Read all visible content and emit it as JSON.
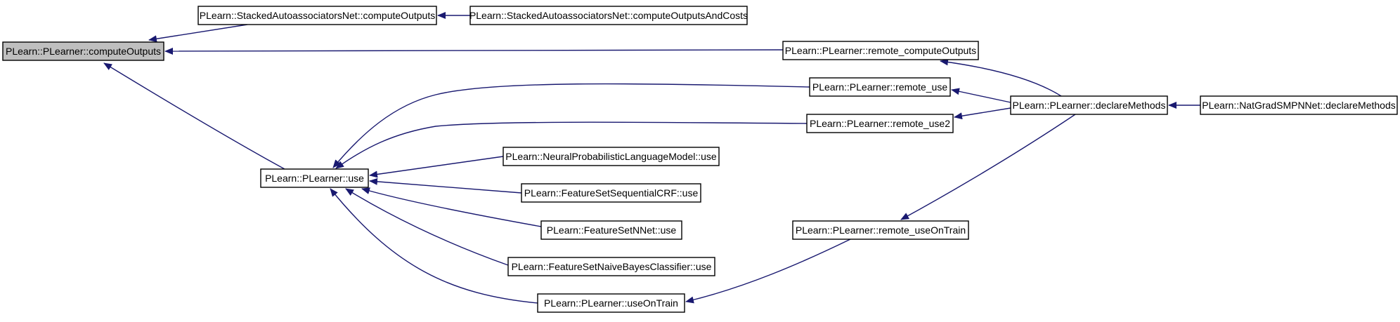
{
  "diagram": {
    "colors": {
      "edge": "#191970",
      "root_fill": "#bfbfbf",
      "node_fill": "#ffffff",
      "node_stroke": "#000000"
    },
    "nodes": [
      {
        "id": "compute_outputs",
        "label": "PLearn::PLearner::computeOutputs",
        "root": true
      },
      {
        "id": "stacked_compute_outputs",
        "label": "PLearn::StackedAutoassociatorsNet::computeOutputs"
      },
      {
        "id": "stacked_compute_outputs_costs",
        "label": "PLearn::StackedAutoassociatorsNet::computeOutputsAndCosts"
      },
      {
        "id": "remote_compute_outputs",
        "label": "PLearn::PLearner::remote_computeOutputs"
      },
      {
        "id": "use",
        "label": "PLearn::PLearner::use"
      },
      {
        "id": "remote_use",
        "label": "PLearn::PLearner::remote_use"
      },
      {
        "id": "remote_use2",
        "label": "PLearn::PLearner::remote_use2"
      },
      {
        "id": "declare_methods",
        "label": "PLearn::PLearner::declareMethods"
      },
      {
        "id": "natgrad_declare_methods",
        "label": "PLearn::NatGradSMPNNet::declareMethods"
      },
      {
        "id": "neural_prob_use",
        "label": "PLearn::NeuralProbabilisticLanguageModel::use"
      },
      {
        "id": "fs_sequential_crf_use",
        "label": "PLearn::FeatureSetSequentialCRF::use"
      },
      {
        "id": "fs_nnet_use",
        "label": "PLearn::FeatureSetNNet::use"
      },
      {
        "id": "fs_naive_bayes_use",
        "label": "PLearn::FeatureSetNaiveBayesClassifier::use"
      },
      {
        "id": "use_on_train",
        "label": "PLearn::PLearner::useOnTrain"
      },
      {
        "id": "remote_use_on_train",
        "label": "PLearn::PLearner::remote_useOnTrain"
      }
    ],
    "edges": [
      {
        "from": "stacked_compute_outputs",
        "to": "compute_outputs"
      },
      {
        "from": "remote_compute_outputs",
        "to": "compute_outputs"
      },
      {
        "from": "use",
        "to": "compute_outputs"
      },
      {
        "from": "stacked_compute_outputs_costs",
        "to": "stacked_compute_outputs"
      },
      {
        "from": "declare_methods",
        "to": "remote_compute_outputs"
      },
      {
        "from": "remote_use",
        "to": "use"
      },
      {
        "from": "remote_use2",
        "to": "use"
      },
      {
        "from": "neural_prob_use",
        "to": "use"
      },
      {
        "from": "fs_sequential_crf_use",
        "to": "use"
      },
      {
        "from": "fs_nnet_use",
        "to": "use"
      },
      {
        "from": "fs_naive_bayes_use",
        "to": "use"
      },
      {
        "from": "use_on_train",
        "to": "use"
      },
      {
        "from": "declare_methods",
        "to": "remote_use"
      },
      {
        "from": "declare_methods",
        "to": "remote_use2"
      },
      {
        "from": "natgrad_declare_methods",
        "to": "declare_methods"
      },
      {
        "from": "remote_use_on_train",
        "to": "use_on_train"
      },
      {
        "from": "declare_methods",
        "to": "remote_use_on_train"
      }
    ]
  }
}
